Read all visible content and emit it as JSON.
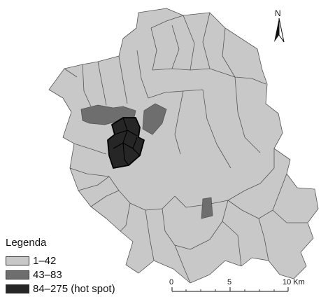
{
  "legend": {
    "title": "Legenda",
    "classes": [
      {
        "label": "1–42",
        "color": "#c8c8c8"
      },
      {
        "label": "43–83",
        "color": "#6e6e6e"
      },
      {
        "label": "84–275 (hot spot)",
        "color": "#262626"
      }
    ]
  },
  "north_arrow": {
    "label": "N"
  },
  "scale_bar": {
    "ticks": [
      "0",
      "5",
      "10 Km"
    ]
  },
  "colors": {
    "boundary": "#555555",
    "background": "#ffffff"
  }
}
